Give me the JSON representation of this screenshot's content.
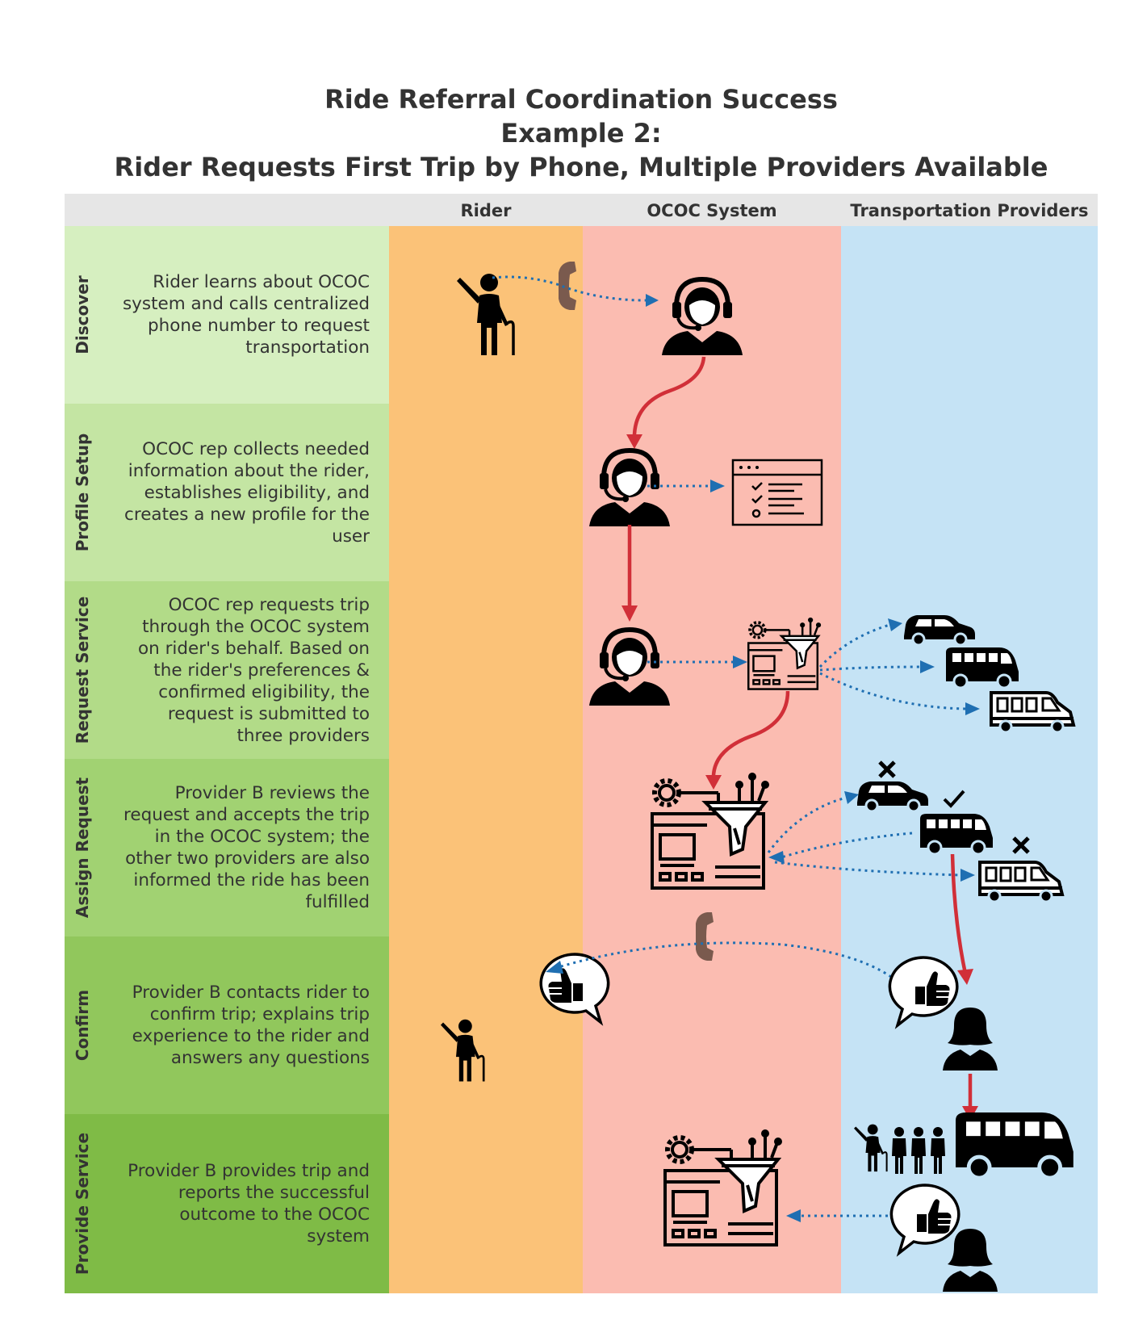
{
  "title": {
    "line1": "Ride Referral Coordination Success",
    "line2": "Example 2:",
    "line3": "Rider Requests First Trip by Phone, Multiple Providers Available"
  },
  "columns": {
    "rider": "Rider",
    "system": "OCOC System",
    "providers": "Transportation Providers"
  },
  "stages": [
    {
      "name": "Discover",
      "description": "Rider learns about OCOC system and calls centralized phone number to request transportation",
      "color": "#d6efc0"
    },
    {
      "name": "Profile Setup",
      "description": "OCOC rep collects needed information about the rider, establishes eligibility, and creates a new profile for the user",
      "color": "#c4e5a3"
    },
    {
      "name": "Request Service",
      "description": "OCOC rep requests trip through the OCOC system on rider's behalf. Based on the rider's preferences & confirmed eligibility, the request is submitted to three providers",
      "color": "#b2db88"
    },
    {
      "name": "Assign Request",
      "description": "Provider B reviews the request and accepts the trip in the OCOC system; the other two providers are also informed the ride has been fulfilled",
      "color": "#a1d272"
    },
    {
      "name": "Confirm",
      "description": "Provider B contacts rider to confirm trip; explains trip experience to the rider and answers any questions",
      "color": "#91c75c"
    },
    {
      "name": "Provide Service",
      "description": "Provider B provides trip and reports the successful outcome to the OCOC system",
      "color": "#7fbb46"
    }
  ],
  "colors": {
    "rider_lane": "#fbc278",
    "system_lane": "#fbbcb1",
    "providers_lane": "#c5e3f5",
    "header": "#e6e6e6",
    "flow_arrow": "#d12f38",
    "info_arrow": "#1f6fb2",
    "phone": "#7a5a4e"
  },
  "icons": [
    "elderly-rider-icon",
    "phone-handset-icon",
    "call-center-agent-icon",
    "profile-checklist-icon",
    "request-system-icon",
    "minivan-icon",
    "bus-icon",
    "shuttle-van-icon",
    "rejected-x-icon",
    "accepted-check-icon",
    "thumbs-up-bubble-icon",
    "driver-icon",
    "passengers-icon"
  ]
}
